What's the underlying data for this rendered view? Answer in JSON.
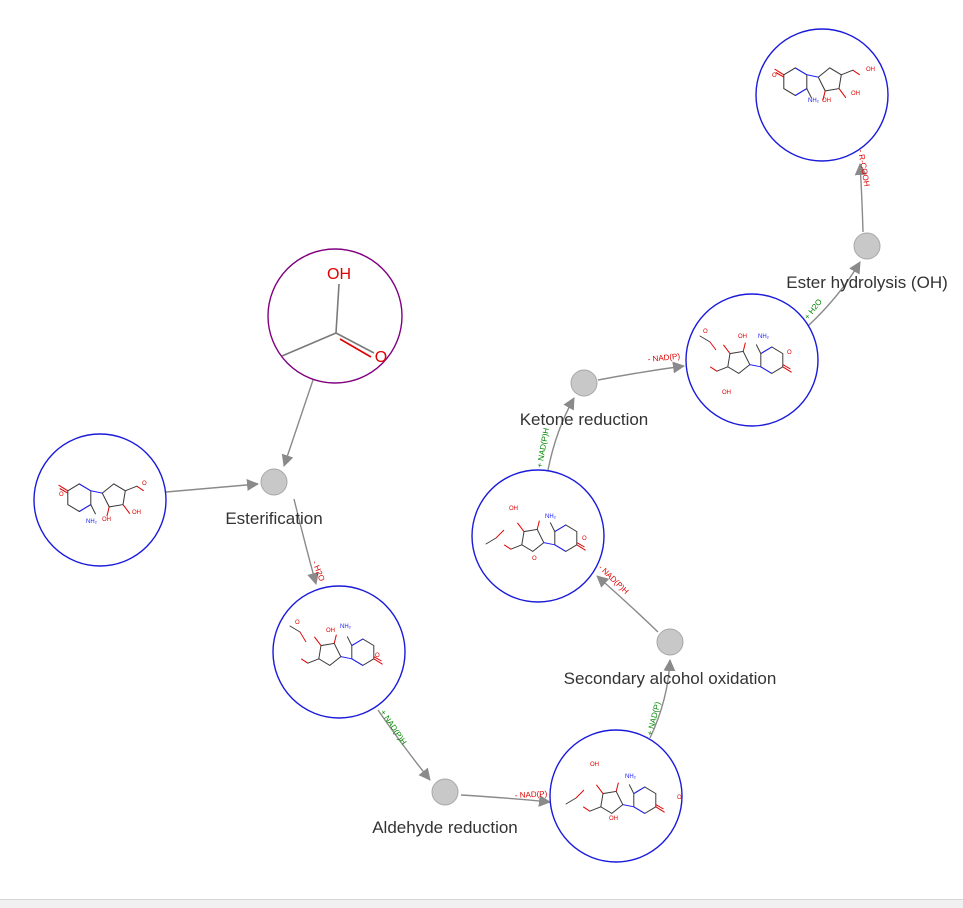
{
  "reactions": [
    {
      "id": "esterification",
      "label": "Esterification"
    },
    {
      "id": "aldehyde-reduction",
      "label": "Aldehyde reduction"
    },
    {
      "id": "secondary-alcohol-oxidation",
      "label": "Secondary alcohol oxidation"
    },
    {
      "id": "ketone-reduction",
      "label": "Ketone reduction"
    },
    {
      "id": "ester-hydrolysis",
      "label": "Ester hydrolysis (OH)"
    }
  ],
  "edge_labels": [
    {
      "id": "esterification-out",
      "text": "- H2O",
      "color": "#e00000"
    },
    {
      "id": "aldehyde-in",
      "text": "+ NAD(P)H",
      "color": "#008800"
    },
    {
      "id": "aldehyde-out",
      "text": "- NAD(P)",
      "color": "#e00000"
    },
    {
      "id": "oxidation-in",
      "text": "+ NAD(P)",
      "color": "#008800"
    },
    {
      "id": "oxidation-out",
      "text": "- NAD(P)H",
      "color": "#e00000"
    },
    {
      "id": "ketone-in",
      "text": "+ NAD(P)H",
      "color": "#008800"
    },
    {
      "id": "ketone-out",
      "text": "- NAD(P)",
      "color": "#e00000"
    },
    {
      "id": "hydrolysis-in",
      "text": "+ H2O",
      "color": "#008800"
    },
    {
      "id": "hydrolysis-out",
      "text": "- R-COOH",
      "color": "#e00000"
    }
  ],
  "acid": {
    "oh": "OH",
    "o": "O"
  },
  "atoms": {
    "O": "O",
    "N": "N",
    "OH": "OH",
    "NH2": "NH₂"
  },
  "colors": {
    "molecule_ring": "#1a1adb",
    "cosubstrate_ring": "#800080",
    "consumed": "#e00000",
    "produced": "#008800",
    "reaction_node": "#c8c8c8",
    "edge": "#8a8a8a"
  }
}
